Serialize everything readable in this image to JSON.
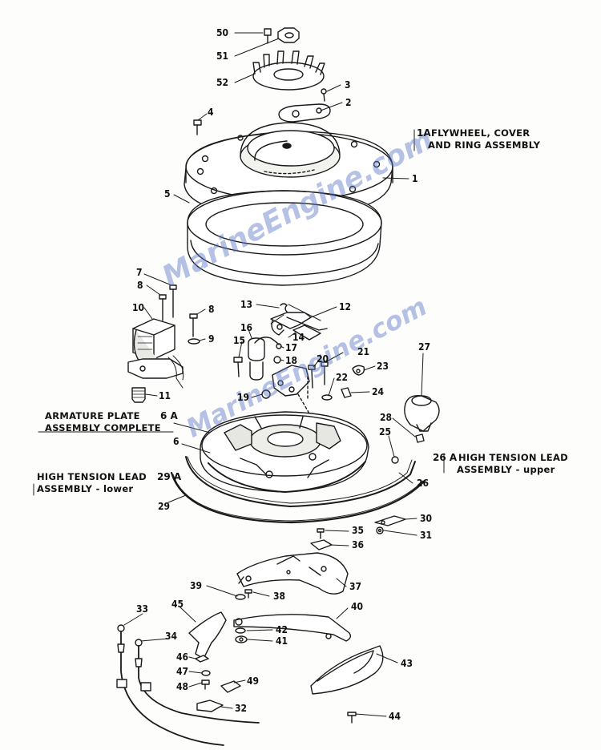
{
  "watermark": "MarineEngine.com",
  "assemblies": {
    "flywheel": {
      "number": "1A",
      "line1": "FLYWHEEL, COVER",
      "line2": "AND RING ASSEMBLY"
    },
    "armature": {
      "number": "6 A",
      "line1": "ARMATURE PLATE",
      "line2": "ASSEMBLY COMPLETE"
    },
    "lead_upper": {
      "number": "26 A",
      "line1": "HIGH TENSION LEAD",
      "line2": "ASSEMBLY - upper"
    },
    "lead_lower": {
      "number": "29 A",
      "line1": "HIGH TENSION LEAD",
      "line2": "ASSEMBLY - lower"
    }
  },
  "part_numbers": {
    "p1": "1",
    "p2": "2",
    "p3": "3",
    "p4": "4",
    "p5": "5",
    "p6": "6",
    "p7": "7",
    "p8a": "8",
    "p8b": "8",
    "p9": "9",
    "p10": "10",
    "p11": "11",
    "p12": "12",
    "p13": "13",
    "p14": "14",
    "p15": "15",
    "p16": "16",
    "p17": "17",
    "p18": "18",
    "p19": "19",
    "p20": "20",
    "p21": "21",
    "p22": "22",
    "p23": "23",
    "p24": "24",
    "p25": "25",
    "p26": "26",
    "p27": "27",
    "p28": "28",
    "p29": "29",
    "p30": "30",
    "p31": "31",
    "p32": "32",
    "p33": "33",
    "p34": "34",
    "p35": "35",
    "p36": "36",
    "p37": "37",
    "p38": "38",
    "p39": "39",
    "p40": "40",
    "p41": "41",
    "p42": "42",
    "p43": "43",
    "p44": "44",
    "p45": "45",
    "p46": "46",
    "p47": "47",
    "p48": "48",
    "p49": "49",
    "p50": "50",
    "p51": "51",
    "p52": "52"
  },
  "colors": {
    "ink": "#1a1a1a",
    "paper": "#fdfdfb",
    "watermark": "#5a78c8"
  }
}
